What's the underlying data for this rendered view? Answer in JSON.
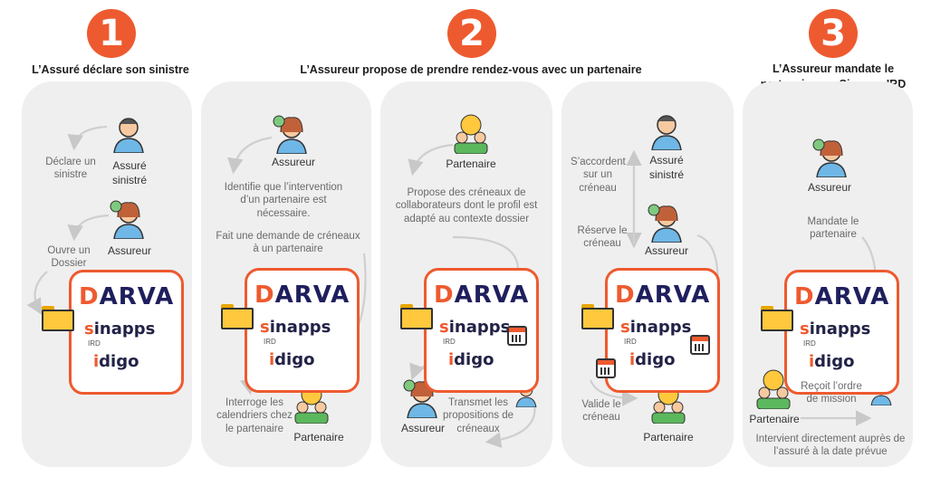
{
  "steps": [
    {
      "number": "1",
      "title": "L’Assuré déclare son sinistre"
    },
    {
      "number": "2",
      "title": "L’Assureur propose de prendre rendez-vous avec un partenaire"
    },
    {
      "number": "3",
      "title": "L’Assureur mandate le partenaire sur Sinapps IRD"
    }
  ],
  "logos": {
    "darva": "ARVA",
    "darva_d": "D",
    "sinapps": "inapps",
    "sinapps_s": "s",
    "ird": "IRD",
    "idigo": "digo",
    "idigo_i": "i"
  },
  "panel1": {
    "declare": "Déclare un sinistre",
    "assure": "Assuré sinistré",
    "ouvre": "Ouvre un Dossier",
    "assureur": "Assureur"
  },
  "panel2": {
    "assureur": "Assureur",
    "identifie": "Identifie que l’intervention d’un partenaire est nécessaire.",
    "demande": "Fait une demande de créneaux à un partenaire",
    "interroge": "Interroge les calendriers chez le partenaire",
    "partenaire": "Partenaire"
  },
  "panel3": {
    "partenaire": "Partenaire",
    "propose": "Propose des créneaux de collaborateurs dont le profil est adapté au contexte dossier",
    "transmet": "Transmet les propositions de créneaux",
    "assureur": "Assureur"
  },
  "panel4": {
    "accordent": "S’accordent sur un créneau",
    "assure": "Assuré sinistré",
    "reserve": "Réserve le créneau",
    "assureur": "Assureur",
    "valide": "Valide le créneau",
    "partenaire": "Partenaire"
  },
  "panel5": {
    "assureur": "Assureur",
    "mandate": "Mandate le partenaire",
    "recoit": "Reçoit l’ordre de mission",
    "partenaire": "Partenaire",
    "intervient": "Intervient directement auprès de l’assuré à la date prévue"
  },
  "colors": {
    "accent": "#ee5a2f",
    "panel": "#efefef",
    "navy": "#1f1f5e"
  },
  "icons": [
    "worried-person-icon",
    "operator-woman-icon",
    "team-gear-icon",
    "folder-icon",
    "calendar-icon"
  ]
}
